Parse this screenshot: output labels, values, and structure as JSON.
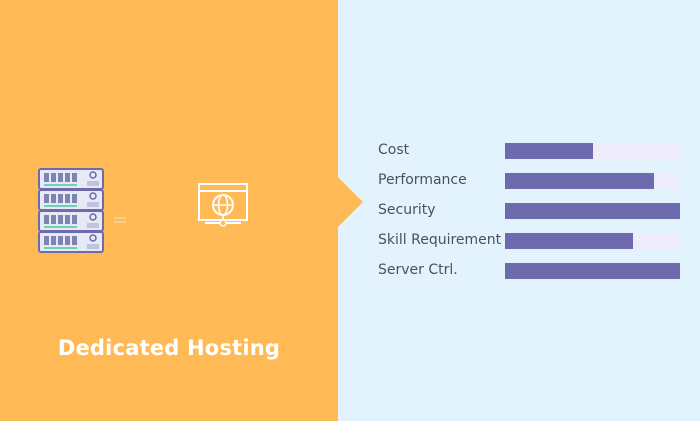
{
  "title": "Dedicated Hosting",
  "colors": {
    "left_bg": "#FFBA55",
    "right_bg": "#E3F3FD",
    "bar": "#6D6BAE",
    "track": "#EEEBFA",
    "text": "#4A4F67"
  },
  "icons": [
    "server-rack-icon",
    "browser-globe-icon"
  ],
  "metrics": [
    {
      "label": "Cost",
      "level": 0.5
    },
    {
      "label": "Performance",
      "level": 0.85
    },
    {
      "label": "Security",
      "level": 1.0
    },
    {
      "label": "Skill Requirement",
      "level": 0.73
    },
    {
      "label": "Server Ctrl.",
      "level": 1.0
    }
  ]
}
